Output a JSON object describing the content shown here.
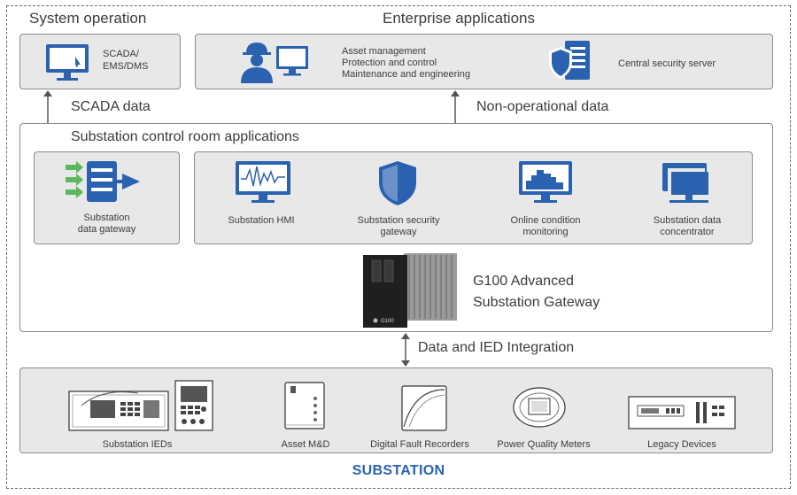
{
  "system_operation": {
    "title": "System operation",
    "scada_label": "SCADA/\nEMS/DMS"
  },
  "enterprise": {
    "title": "Enterprise applications",
    "apps": [
      "Asset management",
      "Protection and control",
      "Maintenance and engineering"
    ],
    "security_server": "Central security server"
  },
  "flows": {
    "scada_data": "SCADA data",
    "non_operational": "Non-operational data",
    "ied_integration": "Data and IED Integration"
  },
  "control_room": {
    "title": "Substation control room applications",
    "gateway": "Substation\ndata gateway",
    "apps": [
      {
        "label": "Substation HMI"
      },
      {
        "label": "Substation security\ngateway"
      },
      {
        "label": "Online condition\nmonitoring"
      },
      {
        "label": "Substation data\nconcentrator"
      }
    ],
    "device_label": "G100 Advanced\nSubstation Gateway",
    "device_badge": "G100"
  },
  "substation": {
    "devices": [
      {
        "label": "Substation IEDs"
      },
      {
        "label": "Asset M&D"
      },
      {
        "label": "Digital Fault Recorders"
      },
      {
        "label": "Power Quality Meters"
      },
      {
        "label": "Legacy Devices"
      }
    ],
    "title": "SUBSTATION"
  },
  "colors": {
    "accent": "#2a62b0",
    "box_fill": "#e8e8e8",
    "green": "#5cb85c"
  }
}
